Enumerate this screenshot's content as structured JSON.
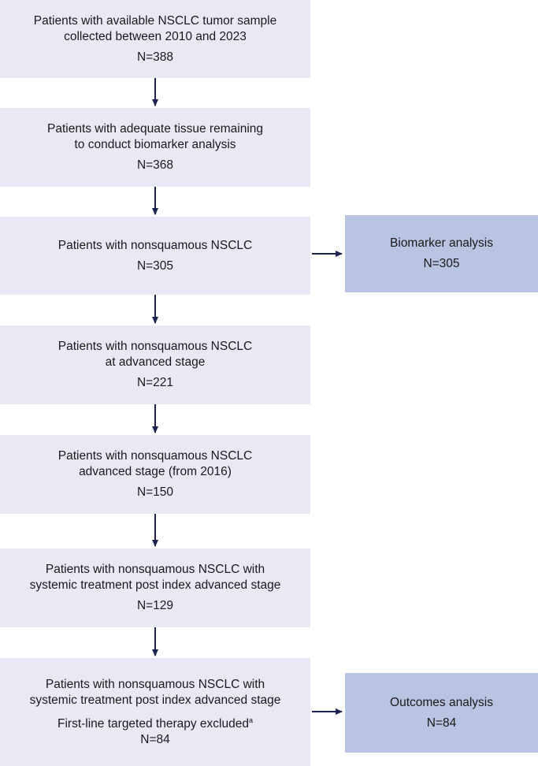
{
  "boxes": [
    {
      "line1": "Patients with available NSCLC tumor sample",
      "line2": "collected between 2010 and 2023",
      "count": "N=388"
    },
    {
      "line1": "Patients with adequate tissue remaining",
      "line2": "to conduct biomarker analysis",
      "count": "N=368"
    },
    {
      "line1": "Patients with nonsquamous NSCLC",
      "line2": "",
      "count": "N=305"
    },
    {
      "line1": "Patients with nonsquamous NSCLC",
      "line2": "at advanced stage",
      "count": "N=221"
    },
    {
      "line1": "Patients with nonsquamous NSCLC",
      "line2": "advanced stage (from 2016)",
      "count": "N=150"
    },
    {
      "line1": "Patients with nonsquamous NSCLC with",
      "line2": "systemic treatment post index advanced stage",
      "count": "N=129"
    },
    {
      "line1": "Patients with nonsquamous NSCLC with",
      "line2": "systemic treatment post index advanced stage",
      "note": "First-line targeted therapy excluded",
      "note_mark": "a",
      "count": "N=84"
    }
  ],
  "side_boxes": [
    {
      "label": "Biomarker analysis",
      "count": "N=305"
    },
    {
      "label": "Outcomes analysis",
      "count": "N=84"
    }
  ],
  "colors": {
    "main_box": "#e9e9f5",
    "side_box": "#b9c3e2",
    "arrow": "#1c2350"
  }
}
